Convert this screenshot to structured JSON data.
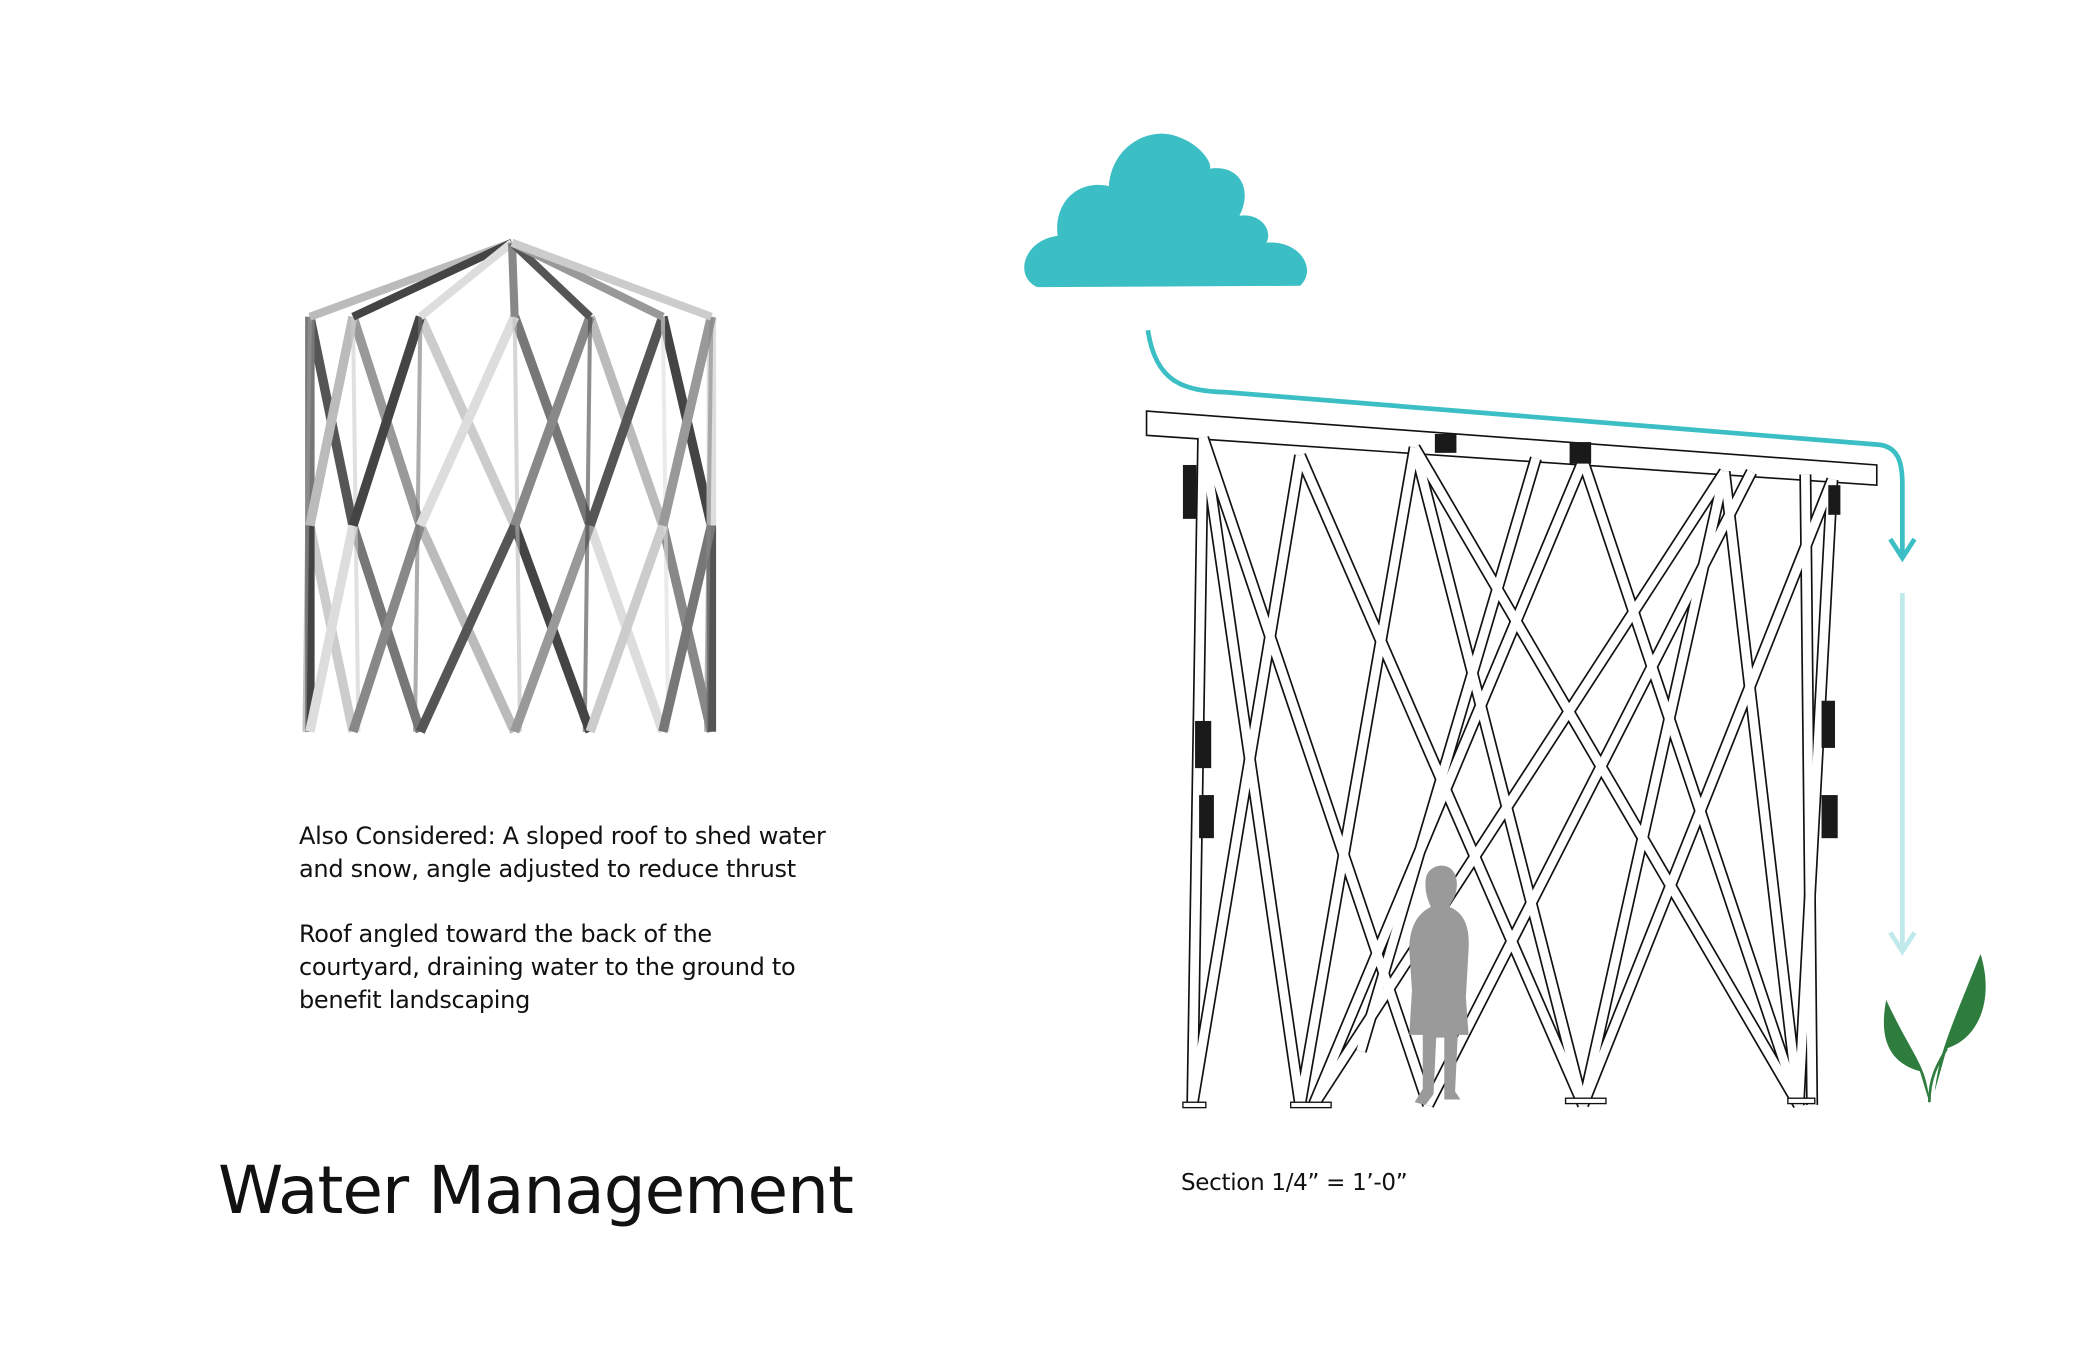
{
  "title": "Water Management",
  "notes": {
    "also_considered": "Also Considered: A sloped roof to shed water and snow, angle adjusted to reduce thrust",
    "roof_angle": "Roof angled toward the back of the courtyard, draining water to the ground to benefit landscaping"
  },
  "section_label": "Section 1/4” = 1’-0”",
  "colors": {
    "cloud": "#3bbfc4",
    "water_arrow": "#3bbfc4",
    "water_arrow_faded": "#bfe9ea",
    "leaf": "#2e7d3e",
    "person": "#9a9a9a",
    "connector": "#1a1a1a"
  }
}
